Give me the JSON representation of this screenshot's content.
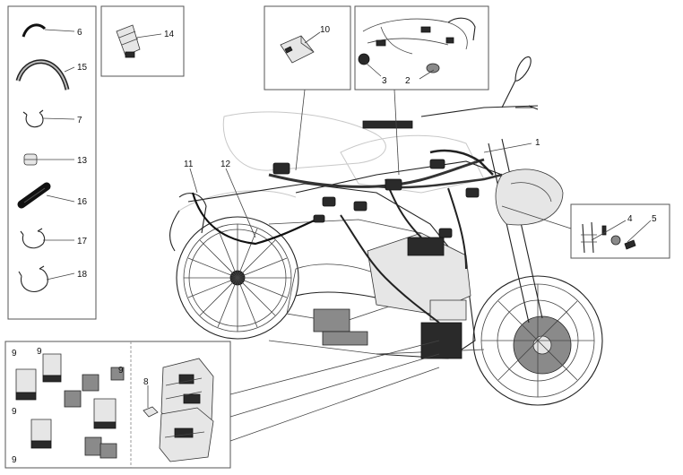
{
  "callouts": [
    {
      "id": "c1",
      "text": "1"
    },
    {
      "id": "c2",
      "text": "2"
    },
    {
      "id": "c3",
      "text": "3"
    },
    {
      "id": "c4",
      "text": "4"
    },
    {
      "id": "c5",
      "text": "5"
    },
    {
      "id": "c6",
      "text": "6"
    },
    {
      "id": "c7",
      "text": "7"
    },
    {
      "id": "c8",
      "text": "8"
    },
    {
      "id": "c9a",
      "text": "9"
    },
    {
      "id": "c9b",
      "text": "9"
    },
    {
      "id": "c9c",
      "text": "9"
    },
    {
      "id": "c9d",
      "text": "9"
    },
    {
      "id": "c9e",
      "text": "9"
    },
    {
      "id": "c10",
      "text": "10"
    },
    {
      "id": "c11",
      "text": "11"
    },
    {
      "id": "c12",
      "text": "12"
    },
    {
      "id": "c13",
      "text": "13"
    },
    {
      "id": "c14",
      "text": "14"
    },
    {
      "id": "c15",
      "text": "15"
    },
    {
      "id": "c16",
      "text": "16"
    },
    {
      "id": "c17",
      "text": "17"
    },
    {
      "id": "c18",
      "text": "18"
    }
  ]
}
